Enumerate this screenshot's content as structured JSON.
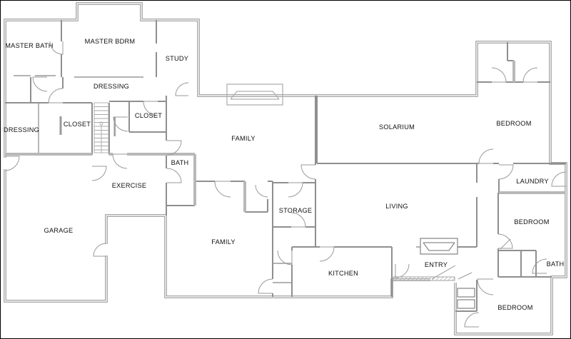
{
  "title": "residential floor plan",
  "colors": {
    "background": "#ffffff",
    "wall_gray": "#8c8c8c",
    "thick_wall_gray": "#b8b8b8",
    "fixture_gray": "#b0b0b0",
    "label_text": "#111111",
    "page_border": "#000000"
  },
  "rooms": [
    {
      "label": "MASTER BATH"
    },
    {
      "label": "MASTER BDRM"
    },
    {
      "label": "STUDY"
    },
    {
      "label": "DRESSING"
    },
    {
      "label": "DRESSING"
    },
    {
      "label": "CLOSET"
    },
    {
      "label": "CLOSET"
    },
    {
      "label": "BATH"
    },
    {
      "label": "FAMILY"
    },
    {
      "label": "SOLARIUM"
    },
    {
      "label": "BEDROOM"
    },
    {
      "label": "EXERCISE"
    },
    {
      "label": "LAUNDRY"
    },
    {
      "label": "GARAGE"
    },
    {
      "label": "FAMILY"
    },
    {
      "label": "STORAGE"
    },
    {
      "label": "LIVING"
    },
    {
      "label": "KITCHEN"
    },
    {
      "label": "ENTRY"
    },
    {
      "label": "BEDROOM"
    },
    {
      "label": "BATH"
    },
    {
      "label": "BEDROOM"
    }
  ],
  "fixtures": [
    "staircase",
    "family-room-fireplace",
    "entry-fireplace",
    "closet-rod",
    "entry-threshold-hatch",
    "closet-shelves"
  ]
}
